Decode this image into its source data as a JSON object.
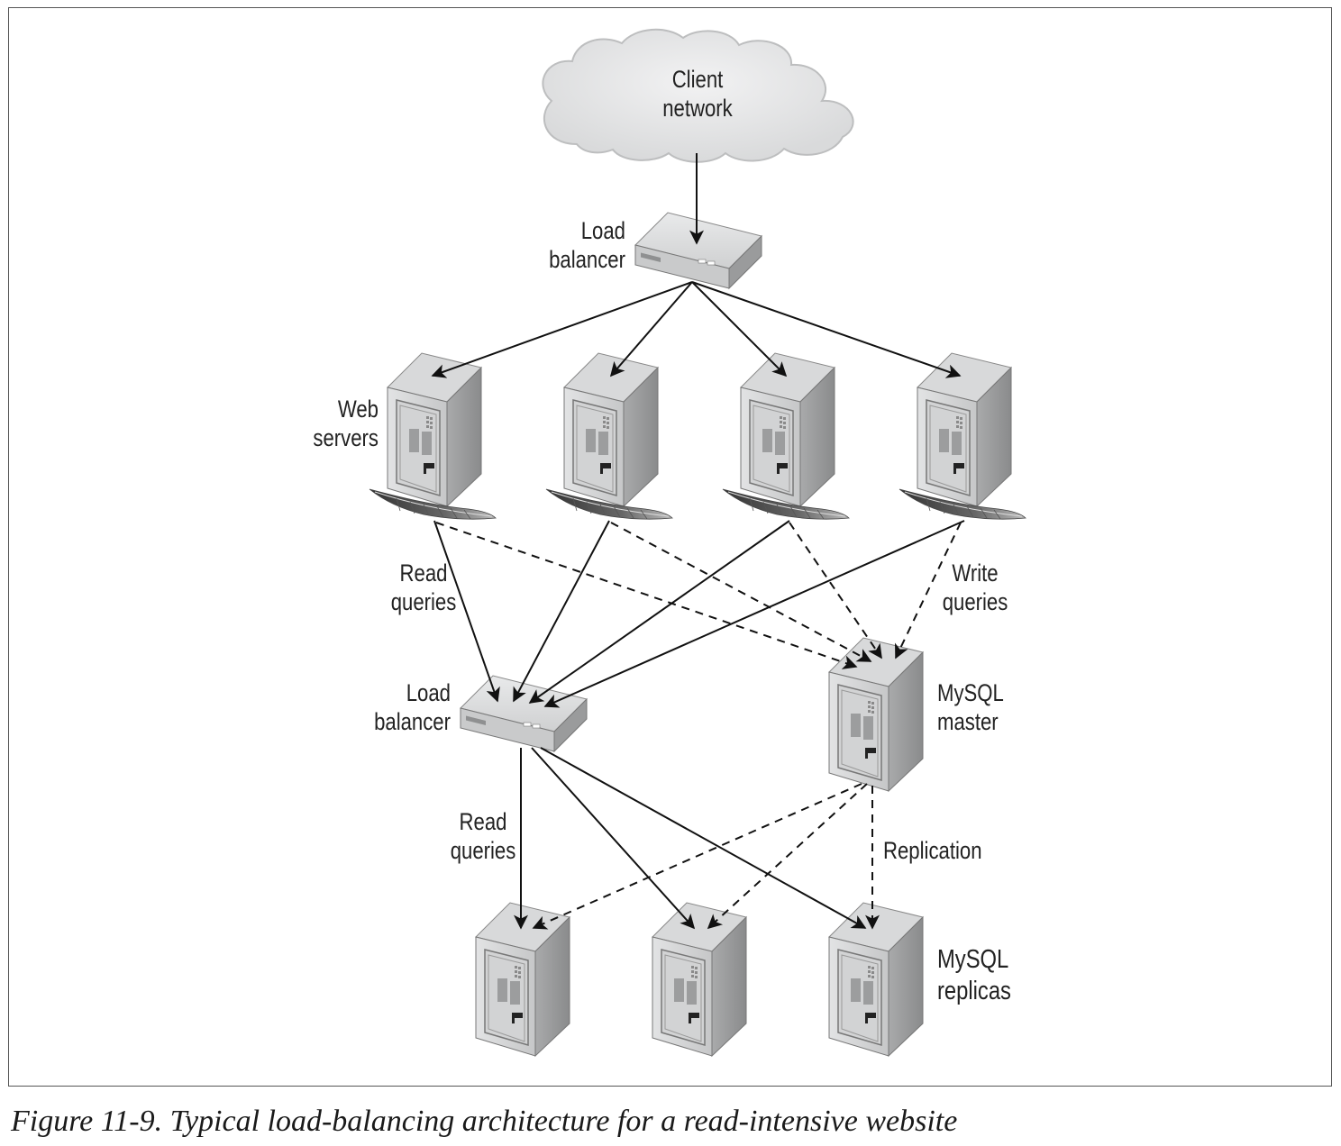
{
  "diagram": {
    "labels": {
      "client_network": "Client\nnetwork",
      "load_balancer_top": "Load\nbalancer",
      "web_servers": "Web\nservers",
      "read_queries_upper": "Read\nqueries",
      "write_queries": "Write\nqueries",
      "load_balancer_mid": "Load\nbalancer",
      "mysql_master": "MySQL\nmaster",
      "read_queries_lower": "Read\nqueries",
      "replication": "Replication",
      "mysql_replicas": "MySQL\nreplicas"
    },
    "nodes": {
      "cloud": "Client network",
      "load_balancers": 2,
      "web_servers": 4,
      "mysql_master": 1,
      "mysql_replicas": 3
    },
    "colors": {
      "line": "#111111",
      "server_front": "#cfd0d1",
      "server_side": "#9a9b9c",
      "cloud_fill": "#e7e8e9"
    }
  },
  "caption": "Figure 11-9. Typical load-balancing architecture for a read-intensive website"
}
